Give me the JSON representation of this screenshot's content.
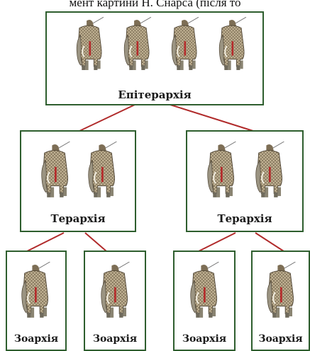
{
  "header_text": "мент картини Н. Снарса (після то",
  "colors": {
    "box_border": "#2e5e2e",
    "connector": "#b02a2a"
  },
  "icon": "war-elephant-icon",
  "levels": {
    "epitarchy": {
      "label": "Епітерархія",
      "elephants": 4
    },
    "tetrarchy": [
      {
        "label": "Терархія",
        "elephants": 2
      },
      {
        "label": "Терархія",
        "elephants": 2
      }
    ],
    "zoarchy": [
      {
        "label": "Зоархія",
        "elephants": 1
      },
      {
        "label": "Зоархія",
        "elephants": 1
      },
      {
        "label": "Зоархія",
        "elephants": 1
      },
      {
        "label": "Зоархія",
        "elephants": 1
      }
    ]
  }
}
